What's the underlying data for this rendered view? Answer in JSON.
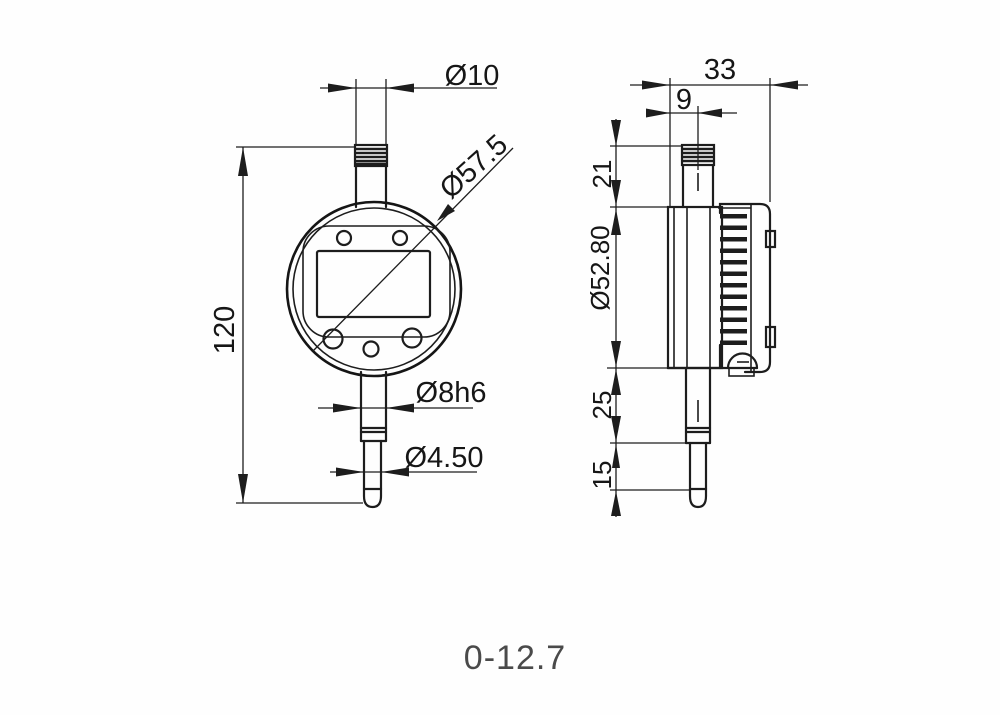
{
  "drawing": {
    "range_label": "0-12.7",
    "front_view": {
      "dims": {
        "stem_cap_diameter": "Ø10",
        "bezel_diameter": "Ø57.5",
        "overall_height": "120",
        "stem_diameter": "Ø8h6",
        "spindle_tip_diameter": "Ø4.50"
      }
    },
    "side_view": {
      "dims": {
        "body_depth": "33",
        "stem_axis_offset": "9",
        "stem_height": "21",
        "body_diameter": "Ø52.80",
        "spindle_upper_length": "25",
        "spindle_tip_length": "15"
      }
    }
  }
}
